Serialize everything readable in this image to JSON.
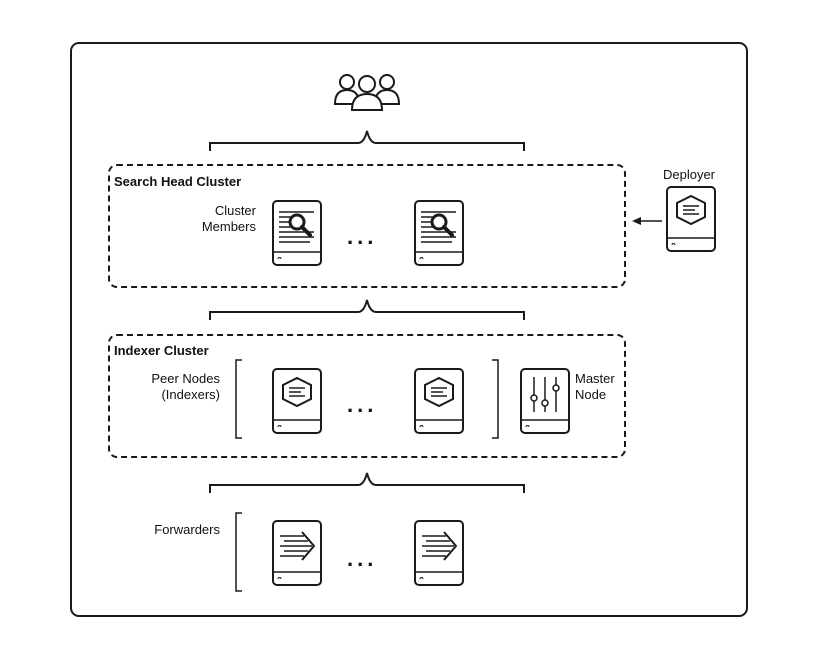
{
  "search_head_cluster": {
    "title": "Search Head Cluster",
    "members_label_line1": "Cluster",
    "members_label_line2": "Members",
    "ellipsis": "..."
  },
  "deployer": {
    "label": "Deployer"
  },
  "indexer_cluster": {
    "title": "Indexer Cluster",
    "peer_label_line1": "Peer Nodes",
    "peer_label_line2": "(Indexers)",
    "ellipsis": "...",
    "master_label_line1": "Master",
    "master_label_line2": "Node"
  },
  "forwarders": {
    "label": "Forwarders",
    "ellipsis": "..."
  },
  "icons": {
    "users": "users-icon",
    "search_head": "search-server-icon",
    "indexer": "indexer-server-icon",
    "master": "master-node-server-icon",
    "forwarder": "forwarder-server-icon",
    "deployer": "deployer-server-icon"
  }
}
